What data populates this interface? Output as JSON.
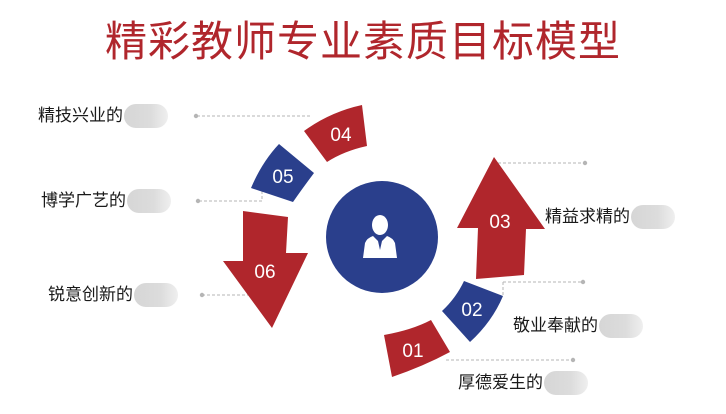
{
  "title": "精彩教师专业素质目标模型",
  "colors": {
    "red": "#b0262c",
    "blue": "#2a3f8c",
    "line": "#b5b5b5",
    "text": "#1a1a1a"
  },
  "center_icon": "person-business-icon",
  "steps": [
    {
      "num": "01",
      "label": "厚德爱生的",
      "color": "red"
    },
    {
      "num": "02",
      "label": "敬业奉献的",
      "color": "blue"
    },
    {
      "num": "03",
      "label": "精益求精的",
      "color": "red"
    },
    {
      "num": "04",
      "label": "精技兴业的",
      "color": "red"
    },
    {
      "num": "05",
      "label": "博学广艺的",
      "color": "blue"
    },
    {
      "num": "06",
      "label": "锐意创新的",
      "color": "red"
    }
  ]
}
